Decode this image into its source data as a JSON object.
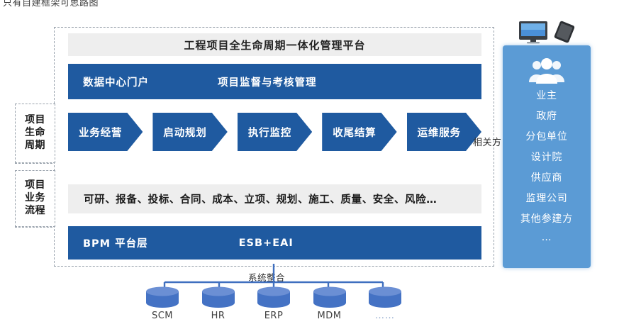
{
  "caption": "只有自建框架可思路图",
  "colors": {
    "dark_blue": "#1F5AA0",
    "light_blue": "#5B9BD5",
    "cylinder_blue": "#4472C4",
    "band_gray": "#EEEEEE",
    "dash_border": "#9AA3AD"
  },
  "platform": {
    "title": "工程项目全生命周期一体化管理平台",
    "portal_bar": {
      "left_label": "数据中心门户",
      "right_label": "项目监督与考核管理"
    },
    "lifecycle": {
      "side_label_lines": [
        "项目",
        "生命",
        "周期"
      ],
      "stages": [
        {
          "label": "业务经营"
        },
        {
          "label": "启动规划"
        },
        {
          "label": "执行监控"
        },
        {
          "label": "收尾结算"
        },
        {
          "label": "运维服务"
        }
      ]
    },
    "business_process": {
      "side_label_lines": [
        "项目",
        "业务",
        "流程"
      ],
      "text": "可研、报备、投标、合同、成本、立项、规划、施工、质量、安全、风险…"
    },
    "platform_bar": {
      "left_label": "BPM 平台层",
      "right_label": "ESB+EAI"
    }
  },
  "stakeholders": {
    "related_label": "相关方",
    "group_icon": "people-group-icon",
    "devices": [
      "desktop-monitor-icon",
      "smartphone-icon"
    ],
    "items": [
      "业主",
      "政府",
      "分包单位",
      "设计院",
      "供应商",
      "监理公司",
      "其他参建方",
      "…"
    ]
  },
  "system_integration": {
    "label": "系统整合",
    "systems": [
      {
        "name": "SCM",
        "dots": false
      },
      {
        "name": "HR",
        "dots": false
      },
      {
        "name": "ERP",
        "dots": false
      },
      {
        "name": "MDM",
        "dots": false
      },
      {
        "name": "……",
        "dots": true
      }
    ]
  }
}
